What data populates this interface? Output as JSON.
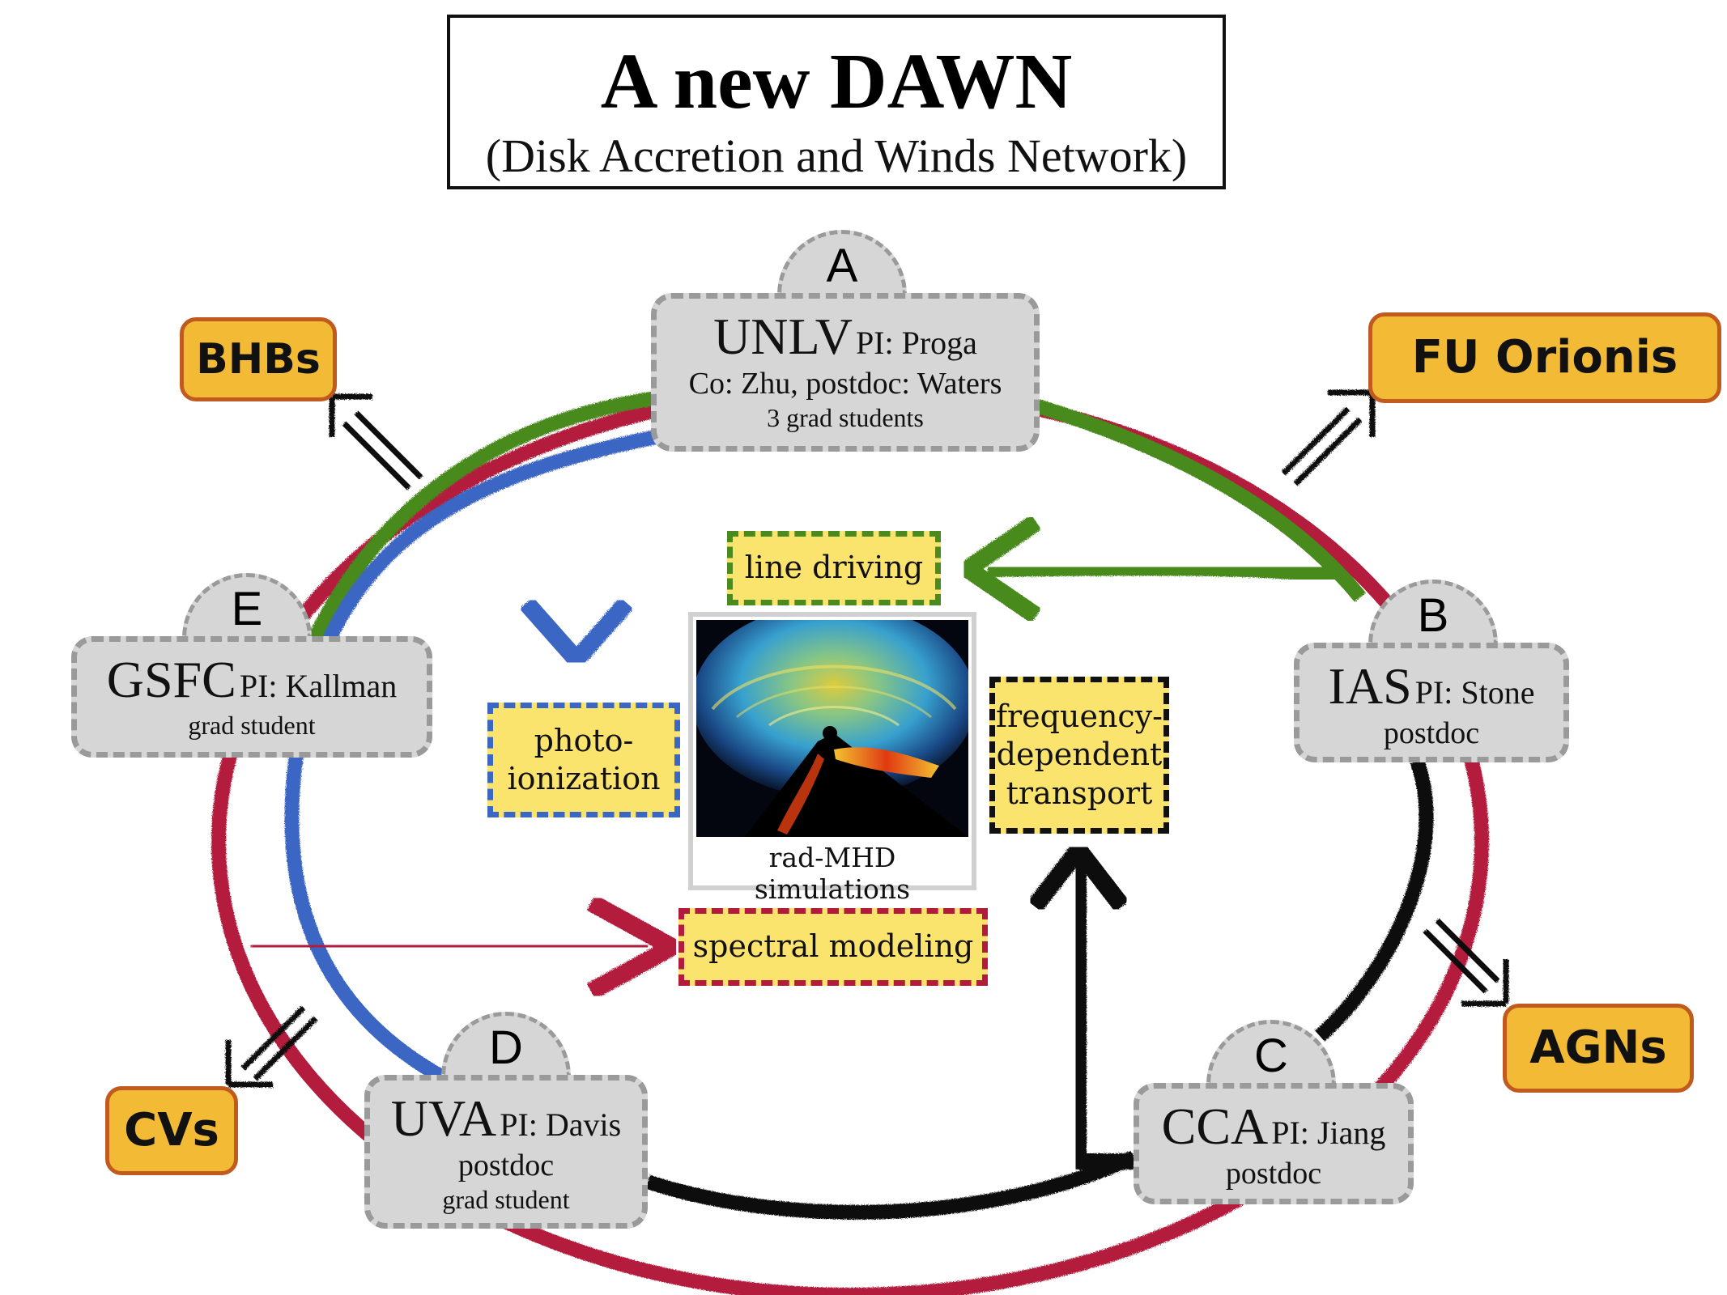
{
  "title": {
    "main": "A new DAWN",
    "subtitle": "(Disk Accretion and Winds Network)"
  },
  "nodes": {
    "A": {
      "tab": "A",
      "inst": "UNLV",
      "pi": "PI: Proga",
      "line2": "Co: Zhu, postdoc: Waters",
      "line3": "3 grad students"
    },
    "B": {
      "tab": "B",
      "inst": "IAS",
      "pi": "PI:  Stone",
      "line2": "postdoc"
    },
    "C": {
      "tab": "C",
      "inst": "CCA",
      "pi": "PI: Jiang",
      "line2": "postdoc"
    },
    "D": {
      "tab": "D",
      "inst": "UVA",
      "pi": "PI: Davis",
      "line2": "postdoc",
      "line3": "grad student"
    },
    "E": {
      "tab": "E",
      "inst": "GSFC",
      "pi": "PI:  Kallman",
      "line2": "grad student"
    }
  },
  "targets": {
    "bhbs": "BHBs",
    "fu_orionis": "FU Orionis",
    "agns": "AGNs",
    "cvs": "CVs"
  },
  "topics": {
    "line_driving": "line driving",
    "photoionization_1": "photo-",
    "photoionization_2": "ionization",
    "frequency_1": "frequency-",
    "frequency_2": "dependent",
    "frequency_3": "transport",
    "spectral_modeling": "spectral modeling"
  },
  "simulation": {
    "caption": "rad-MHD simulations"
  },
  "colors": {
    "red_ring": "#b31b3d",
    "green_ring": "#4a8a1f",
    "blue_ring": "#3a66c4",
    "black_ring": "#111111",
    "node_fill": "#d6d6d6",
    "node_border": "#9a9a9a",
    "target_fill": "#f3bb35",
    "target_border": "#c15a1e",
    "topic_fill": "#fbe46e"
  }
}
